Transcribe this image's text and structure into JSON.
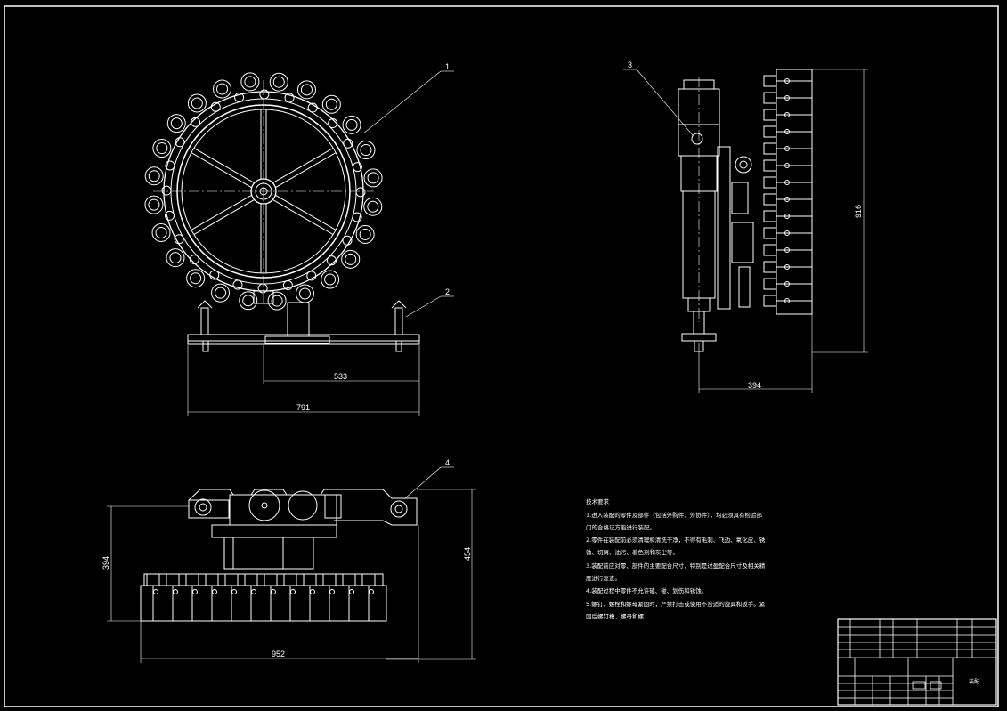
{
  "drawing": {
    "balloons": [
      "1",
      "2",
      "3",
      "4"
    ],
    "front_view": {
      "dim_1": "533",
      "dim_2": "791"
    },
    "side_view": {
      "dim_height": "916",
      "dim_width": "394"
    },
    "top_view": {
      "dim_left": "394",
      "dim_right": "454",
      "dim_width": "952"
    },
    "notes": {
      "title": "技术要求",
      "lines": [
        "1.进入装配的零件及部件（包括外购件、外协件），均必须具有检验部",
        "门的合格证方能进行装配。",
        "2.零件在装配前必须清理和清洗干净，不得有毛刺、飞边、氧化皮、锈",
        "蚀、切屑、油污、着色剂和灰尘等。",
        "3.装配前应对零、部件的主要配合尺寸，特别是过盈配合尺寸及相关精",
        "度进行复查。",
        "4.装配过程中零件不允许磕、碰、划伤和锈蚀。",
        "5.螺钉、螺栓和螺母紧固时，严禁打击或使用不合适的旋具和扳手。紧",
        "固后螺钉槽、螺母和螺"
      ]
    },
    "title_block": {
      "label": "装配"
    }
  }
}
